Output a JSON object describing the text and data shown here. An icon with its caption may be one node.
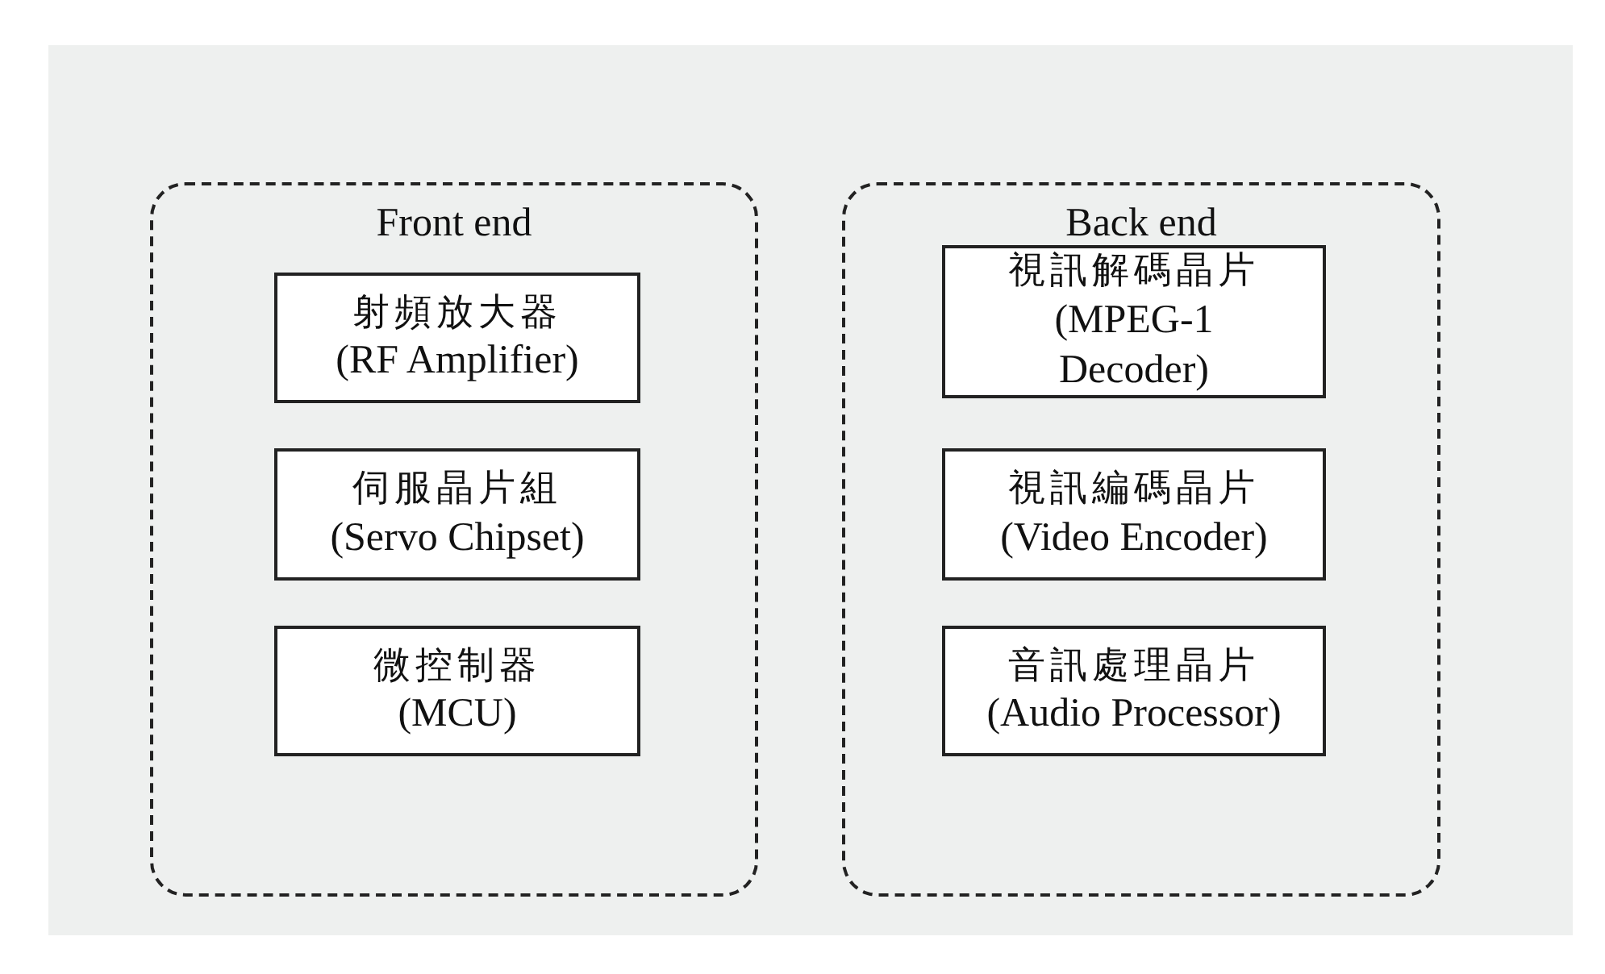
{
  "diagram": {
    "nodes": [
      {
        "text": [
          "Front end"
        ]
      },
      {
        "text": [
          "射頻放大器",
          "(RF Amplifier)"
        ],
        "in": 0
      },
      {
        "text": [
          "伺服晶片組",
          "(Servo Chipset)"
        ],
        "in": 0
      },
      {
        "text": [
          "微控制器",
          "(MCU)"
        ],
        "in": 0
      },
      {
        "text": [
          "Back end"
        ]
      },
      {
        "text": [
          "視訊解碼晶片",
          "(MPEG-1 Decoder)"
        ],
        "in": 4
      },
      {
        "text": [
          "視訊編碼晶片",
          "(Video Encoder)"
        ],
        "in": 4
      },
      {
        "text": [
          "音訊處理晶片",
          "(Audio Processor)"
        ],
        "in": 4
      }
    ]
  }
}
